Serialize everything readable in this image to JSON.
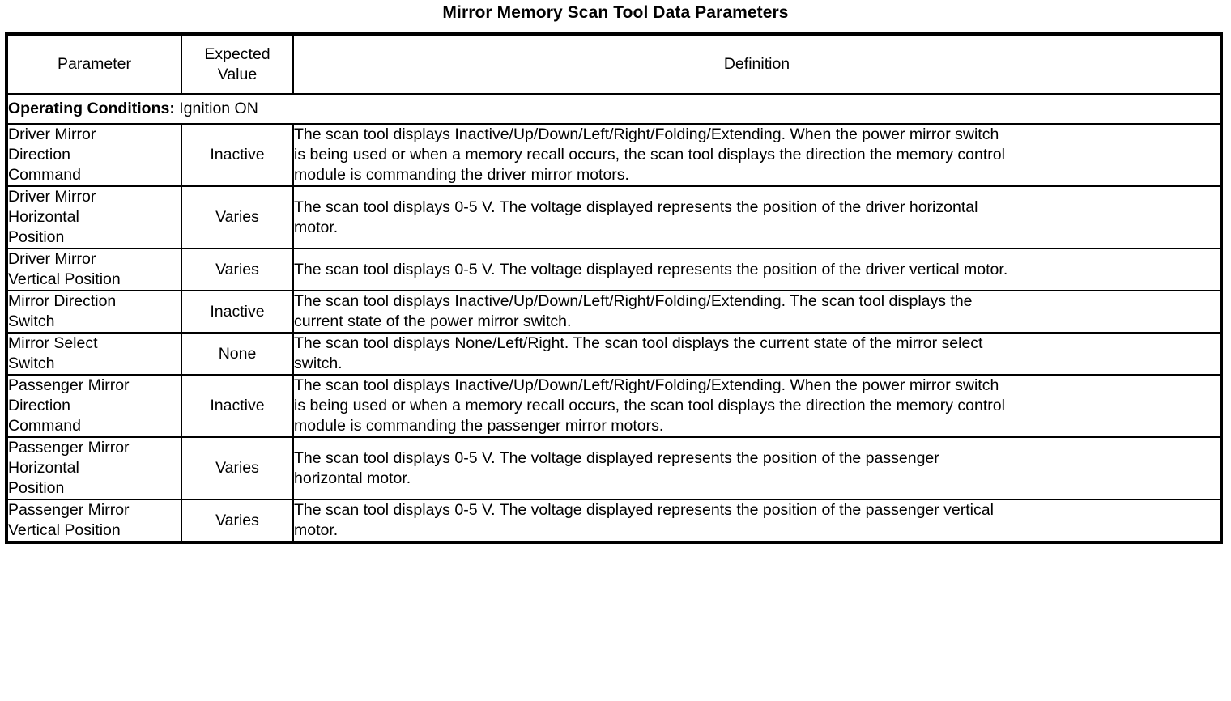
{
  "document": {
    "title": "Mirror Memory Scan Tool Data Parameters"
  },
  "table": {
    "columns": [
      {
        "key": "parameter",
        "header_lines": [
          "Parameter"
        ]
      },
      {
        "key": "expected_value",
        "header_lines": [
          "Expected",
          "Value"
        ]
      },
      {
        "key": "definition",
        "header_lines": [
          "Definition"
        ]
      }
    ],
    "operating_conditions": {
      "label": "Operating Conditions:",
      "value": "Ignition ON"
    },
    "rows": [
      {
        "parameter": "Driver Mirror Direction Command",
        "parameter_lines": [
          "Driver Mirror",
          "Direction",
          "Command"
        ],
        "expected_value": "Inactive",
        "definition": "The scan tool displays Inactive/Up/Down/Left/Right/Folding/Extending. When the power mirror switch is being used or when a memory recall occurs, the scan tool displays the direction the memory control module is commanding the driver mirror motors.",
        "definition_lines": [
          "The scan tool displays Inactive/Up/Down/Left/Right/Folding/Extending. When the power mirror switch",
          "is being used or when a memory recall occurs, the scan tool displays the direction the memory control",
          "module is commanding the driver mirror motors."
        ]
      },
      {
        "parameter": "Driver Mirror Horizontal Position",
        "parameter_lines": [
          "Driver Mirror",
          "Horizontal",
          "Position"
        ],
        "expected_value": "Varies",
        "definition": "The scan tool displays 0-5 V. The voltage displayed represents the position of the driver horizontal motor.",
        "definition_lines": [
          "The scan tool displays 0-5 V. The voltage displayed represents the position of the driver horizontal",
          "motor."
        ]
      },
      {
        "parameter": "Driver Mirror Vertical Position",
        "parameter_lines": [
          "Driver Mirror",
          "Vertical Position"
        ],
        "expected_value": "Varies",
        "definition": "The scan tool displays 0-5 V. The voltage displayed represents the position of the driver vertical motor.",
        "definition_lines": [
          "The scan tool displays 0-5 V. The voltage displayed represents the position of the driver vertical motor."
        ]
      },
      {
        "parameter": "Mirror Direction Switch",
        "parameter_lines": [
          "Mirror Direction",
          "Switch"
        ],
        "expected_value": "Inactive",
        "definition": "The scan tool displays Inactive/Up/Down/Left/Right/Folding/Extending. The scan tool displays the current state of the power mirror switch.",
        "definition_lines": [
          "The scan tool displays Inactive/Up/Down/Left/Right/Folding/Extending. The scan tool displays the",
          "current state of the power mirror switch."
        ]
      },
      {
        "parameter": "Mirror Select Switch",
        "parameter_lines": [
          "Mirror Select",
          "Switch"
        ],
        "expected_value": "None",
        "definition": "The scan tool displays None/Left/Right. The scan tool displays the current state of the mirror select switch.",
        "definition_lines": [
          "The scan tool displays None/Left/Right. The scan tool displays the current state of the mirror select",
          "switch."
        ]
      },
      {
        "parameter": "Passenger Mirror Direction Command",
        "parameter_lines": [
          "Passenger Mirror",
          "Direction",
          "Command"
        ],
        "expected_value": "Inactive",
        "definition": "The scan tool displays Inactive/Up/Down/Left/Right/Folding/Extending. When the power mirror switch is being used or when a memory recall occurs, the scan tool displays the direction the memory control module is commanding the passenger mirror motors.",
        "definition_lines": [
          "The scan tool displays Inactive/Up/Down/Left/Right/Folding/Extending. When the power mirror switch",
          "is being used or when a memory recall occurs, the scan tool displays the direction the memory control",
          "module is commanding the passenger mirror motors."
        ]
      },
      {
        "parameter": "Passenger Mirror Horizontal Position",
        "parameter_lines": [
          "Passenger Mirror",
          "Horizontal",
          "Position"
        ],
        "expected_value": "Varies",
        "definition": "The scan tool displays 0-5 V. The voltage displayed represents the position of the passenger horizontal motor.",
        "definition_lines": [
          "The scan tool displays 0-5 V. The voltage displayed represents the position of the passenger",
          "horizontal motor."
        ]
      },
      {
        "parameter": "Passenger Mirror Vertical Position",
        "parameter_lines": [
          "Passenger Mirror",
          "Vertical Position"
        ],
        "expected_value": "Varies",
        "definition": "The scan tool displays 0-5 V. The voltage displayed represents the position of the passenger vertical motor.",
        "definition_lines": [
          "The scan tool displays 0-5 V. The voltage displayed represents the position of the passenger vertical",
          "motor."
        ]
      }
    ]
  },
  "style": {
    "text_color": "#000000",
    "background_color": "#ffffff",
    "border_color": "#000000"
  }
}
